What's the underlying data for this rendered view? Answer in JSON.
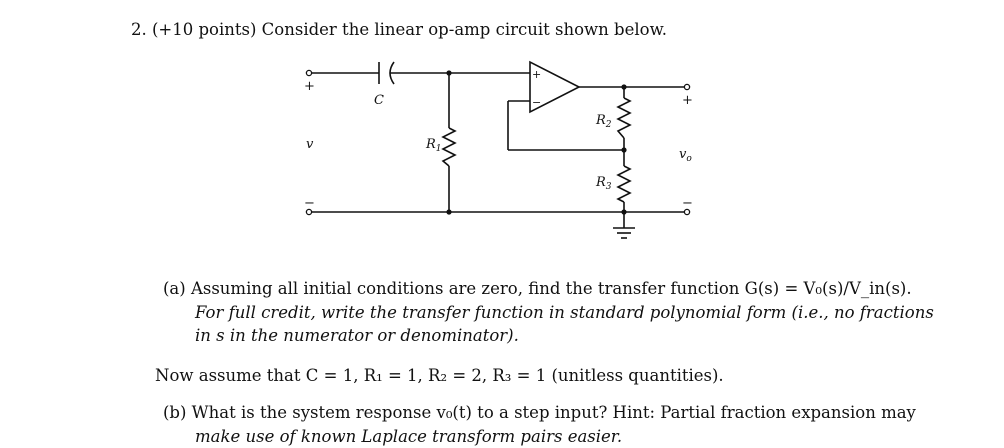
{
  "problem": {
    "heading": "2. (+10 points) Consider the linear op-amp circuit shown below."
  },
  "circuit": {
    "input_plus": "+",
    "input_label": "v",
    "input_minus": "−",
    "output_plus": "+",
    "output_label": "v",
    "output_label_sub": "o",
    "output_minus": "−",
    "capacitor_label": "C",
    "opamp_plus": "+",
    "opamp_minus": "−",
    "r1_label": "R",
    "r1_sub": "1",
    "r2_label": "R",
    "r2_sub": "2",
    "r3_label": "R",
    "r3_sub": "3"
  },
  "part_a": {
    "line1": "(a) Assuming all initial conditions are zero, find the transfer function G(s) = V₀(s)/V_in(s).",
    "line2": "For full credit, write the transfer function in standard polynomial form (i.e., no fractions",
    "line3": "in s in the numerator or denominator)."
  },
  "given": "Now assume that C = 1, R₁ = 1, R₂ = 2, R₃ = 1 (unitless quantities).",
  "part_b": {
    "line1": "(b) What is the system response v₀(t) to a step input? Hint: Partial fraction expansion may",
    "line2": "make use of known Laplace transform pairs easier."
  }
}
